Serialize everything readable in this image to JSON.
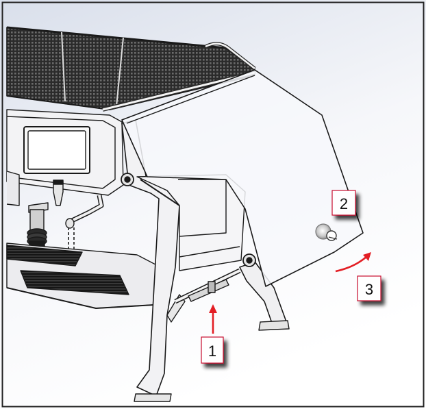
{
  "callouts": [
    {
      "label": "1",
      "arrow_color": "#e31e24"
    },
    {
      "label": "2"
    },
    {
      "label": "3",
      "arrow_color": "#e31e24"
    }
  ],
  "colors": {
    "background_top": "#dfe4ee",
    "background_bottom": "#ffffff",
    "outline": "#1a1a1a",
    "arrow": "#e31e24",
    "frame": "#222222"
  }
}
